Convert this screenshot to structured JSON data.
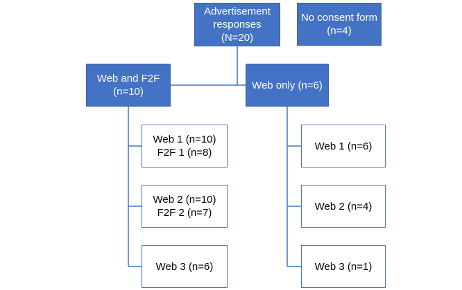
{
  "top": {
    "advertisement": {
      "line1": "Advertisement",
      "line2": "responses",
      "line3": "(N=20)"
    },
    "no_consent": {
      "line1": "No consent form",
      "line2": "(n=4)"
    }
  },
  "groups": {
    "web_f2f": {
      "line1": "Web and F2F",
      "line2": "(n=10)"
    },
    "web_only": {
      "line1": "Web only (n=6)"
    }
  },
  "web_f2f_rounds": [
    {
      "line1": "Web 1 (n=10)",
      "line2": "F2F 1 (n=8)"
    },
    {
      "line1": "Web 2 (n=10)",
      "line2": "F2F 2 (n=7)"
    },
    {
      "line1": "Web 3 (n=6)"
    }
  ],
  "web_only_rounds": [
    {
      "line1": "Web 1 (n=6)"
    },
    {
      "line1": "Web 2 (n=4)"
    },
    {
      "line1": "Web 3 (n=1)"
    }
  ],
  "colors": {
    "box_fill": "#4472c4",
    "box_text": "#ffffff",
    "outline": "#4472c4",
    "connector": "#4472c4"
  }
}
